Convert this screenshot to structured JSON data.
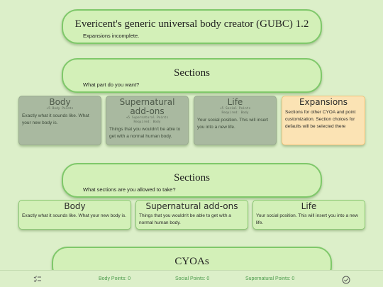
{
  "header": {
    "title": "Evericent's generic universal body creator (GUBC) 1.2",
    "subtitle": "Expansions incomplete."
  },
  "section1": {
    "title": "Sections",
    "subtitle": "What part do you want?",
    "cards": [
      {
        "title": "Body",
        "req": "+5 Body Points",
        "desc": "Exactly what it sounds like. What your new body is."
      },
      {
        "title": "Supernatural add-ons",
        "req1": "+5 Supernatural Points",
        "req2": "Required: Body",
        "desc": "Things that you wouldn't be able to get with a normal human body."
      },
      {
        "title": "Life",
        "req1": "+5 Social Points",
        "req2": "Required: Body",
        "desc": "Your social position. This will insert you into a new life."
      },
      {
        "title": "Expansions",
        "desc": "Sections for other CYOA and point customization. Section choices for defaults will be selected there"
      }
    ]
  },
  "section2": {
    "title": "Sections",
    "subtitle": "What sections are you allowed to take?",
    "cards": [
      {
        "title": "Body",
        "desc": "Exactly what it sounds like. What your new body is."
      },
      {
        "title": "Supernatural add-ons",
        "desc": "Things that you wouldn't be able to get with a normal human body."
      },
      {
        "title": "Life",
        "desc": "Your social position. This will insert you into a new life."
      }
    ]
  },
  "section3": {
    "title": "CYOAs"
  },
  "footer": {
    "body_points": "Body Points: 0",
    "social_points": "Social Points: 0",
    "supernatural_points": "Supernatural Points: 0",
    "menu_icon": "checklist-icon",
    "confirm_icon": "check-circle-icon",
    "accent": "#4a9a4a"
  }
}
